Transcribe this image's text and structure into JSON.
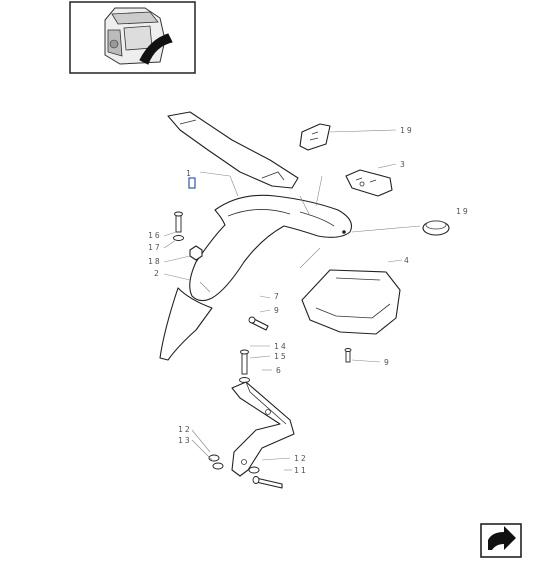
{
  "labels": {
    "l19a": "19",
    "l3": "3",
    "l1": "1",
    "l19b": "19",
    "l16": "16",
    "l17a": "17",
    "l18": "18",
    "l2": "2",
    "l4": "4",
    "l7": "7",
    "l9a": "9",
    "l14": "14",
    "l15": "15",
    "l6": "6",
    "l9b": "9",
    "l12a": "12",
    "l13": "13",
    "l12b": "12",
    "l11": "11"
  },
  "icons": {
    "thumbnail": "tractor-cab-thumbnail",
    "navigation": "next-page-arrow-icon"
  }
}
